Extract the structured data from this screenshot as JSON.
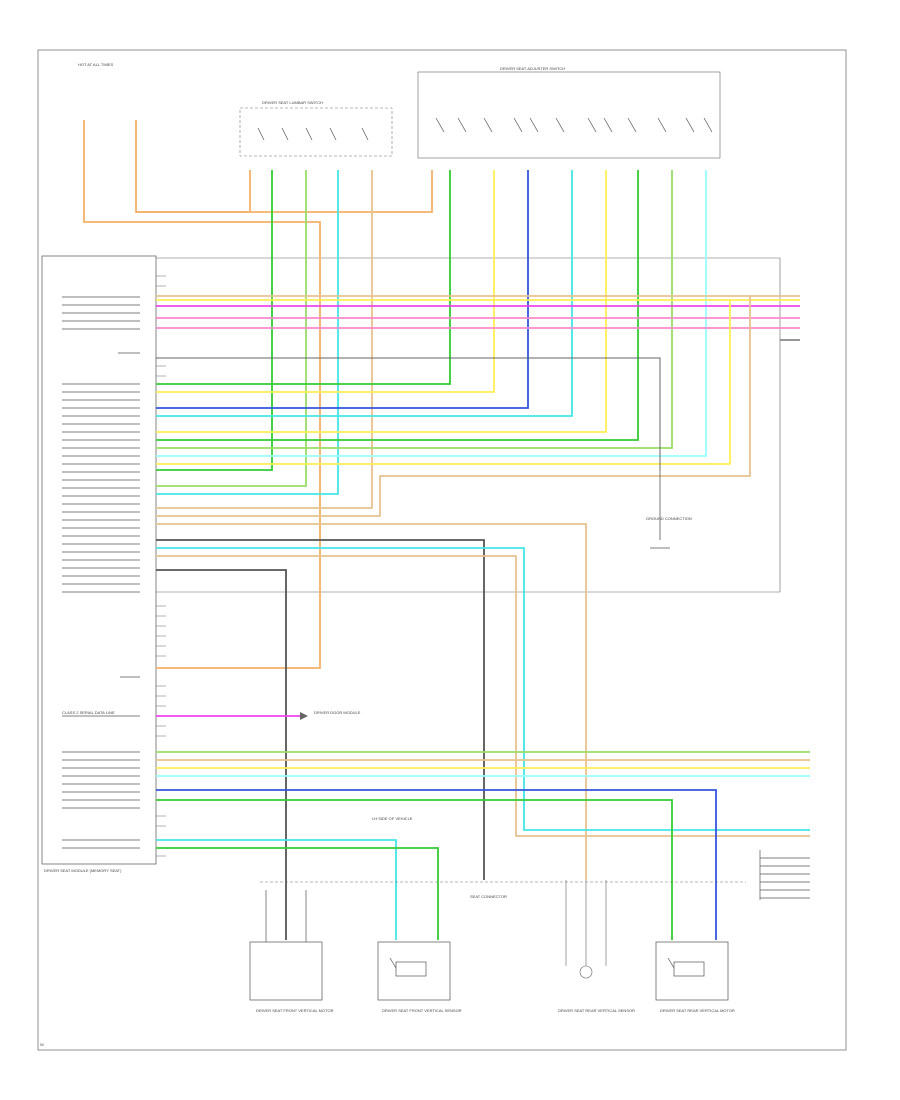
{
  "labels": {
    "fuse_block": "HOT AT ALL TIMES",
    "lumbar_switch": "DRIVER SEAT LUMBAR SWITCH",
    "adjuster_switch": "DRIVER SEAT ADJUSTER SWITCH",
    "module": "DRIVER SEAT MODULE (MEMORY SEAT)",
    "ground_connection": "GROUND CONNECTION",
    "class2": "CLASS 2 SERIAL DATA LINE",
    "data_dest": "DRIVER DOOR MODULE",
    "mirror_note": "LH SIDE OF VEHICLE",
    "connector_note": "SEAT CONNECTOR",
    "motor_1": "DRIVER SEAT FRONT VERTICAL MOTOR",
    "motor_2": "DRIVER SEAT FRONT VERTICAL SENSOR",
    "motor_3": "DRIVER SEAT REAR VERTICAL SENSOR",
    "motor_4": "DRIVER SEAT REAR VERTICAL MOTOR",
    "footer": "W"
  },
  "colors": {
    "orange": "#f5b169",
    "green": "#33cc33",
    "lt_green": "#99dd66",
    "yellow": "#ffee55",
    "cyan": "#44e6e6",
    "blue": "#3355dd",
    "magenta": "#ee44ee",
    "pink": "#ff88cc",
    "tan": "#e8c28e",
    "gray": "#888888",
    "dk_gray": "#555555",
    "lt_cyan": "#99ffff"
  }
}
